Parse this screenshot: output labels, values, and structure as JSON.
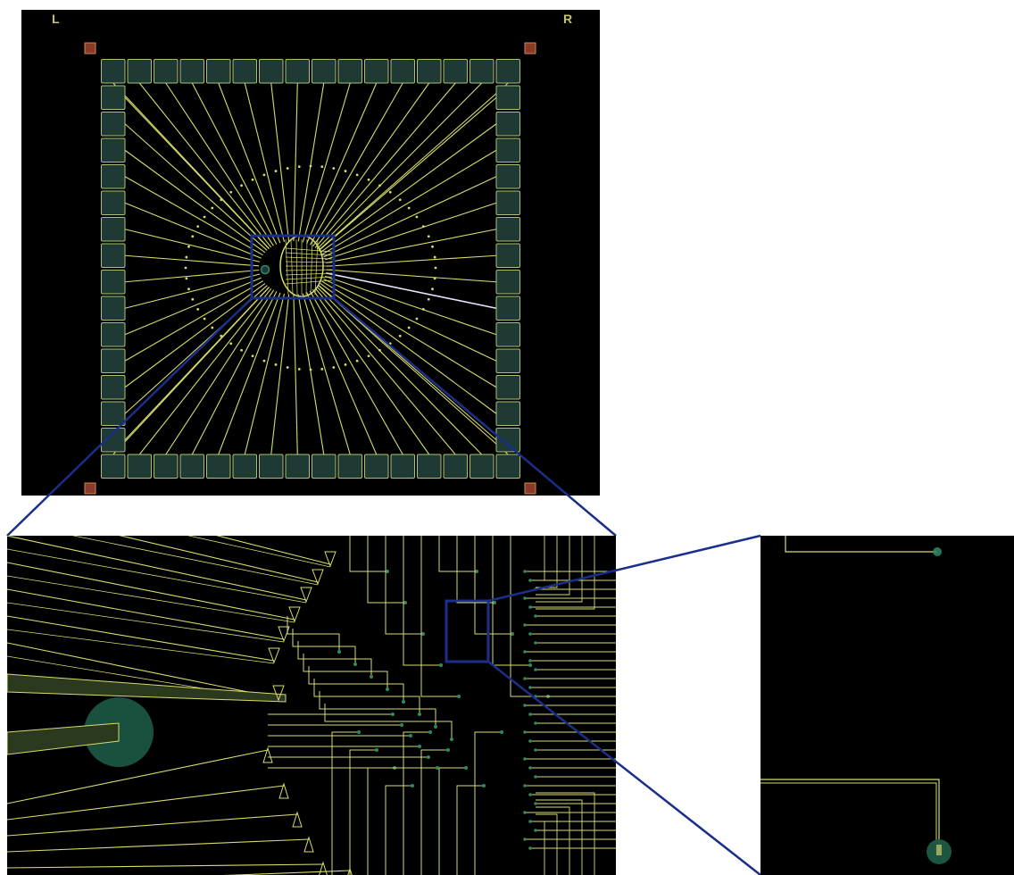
{
  "labels": {
    "left": "L",
    "right": "R"
  },
  "chip": {
    "pads_per_side": 16,
    "inner_electrode_count": 60
  },
  "colors": {
    "background": "#000000",
    "trace": "#d8dc6a",
    "pad_fill": "#1f3a35",
    "pad_edge": "#a8c470",
    "electrode": "#2e8b66",
    "zoom_frame": "#1a2f8a",
    "highlight_trace": "#e6e6ff",
    "corner_mark": "#8a3a2a",
    "label": "#c9c36a"
  }
}
